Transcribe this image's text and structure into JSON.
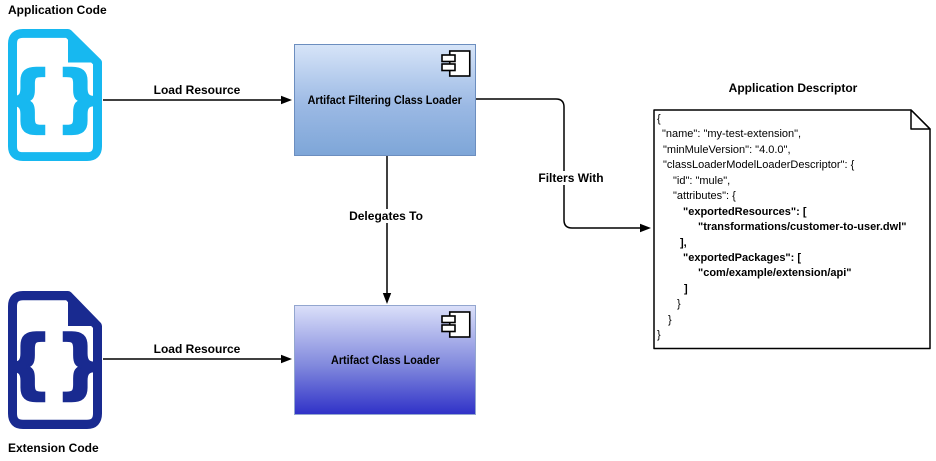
{
  "labels": {
    "application_code": "Application Code",
    "extension_code": "Extension Code"
  },
  "edges": {
    "load_resource_top": "Load Resource",
    "load_resource_bottom": "Load Resource",
    "delegates_to": "Delegates To",
    "filters_with": "Filters With"
  },
  "nodes": {
    "artifact_filtering_class_loader": "Artifact Filtering Class Loader",
    "artifact_class_loader": "Artifact Class Loader"
  },
  "descriptor": {
    "title": "Application Descriptor",
    "lines": [
      "{",
      "\"name\": \"my-test-extension\",",
      "\"minMuleVersion\": \"4.0.0\",",
      "\"classLoaderModelLoaderDescriptor\": {",
      "\"id\": \"mule\",",
      "\"attributes\": {",
      "\"exportedResources\": [",
      "\"transformations/customer-to-user.dwl\"",
      "],",
      "\"exportedPackages\": [",
      "\"com/example/extension/api\"",
      "]",
      "}",
      "}",
      "}"
    ]
  },
  "icons": {
    "application_code_icon": "code-file-icon",
    "extension_code_icon": "code-file-icon",
    "component_icon": "uml-component-icon",
    "descriptor_icon": "note-document-icon",
    "braces_glyph": "{}"
  },
  "colors": {
    "application_code_cyan": "#17B8F0",
    "extension_code_navy": "#192A90",
    "filtering_box_top": "#D6E4F8",
    "filtering_box_bottom": "#7EA6D8",
    "filtering_box_border": "#6C8EBF",
    "artifact_box_top": "#DADFF9",
    "artifact_box_bottom": "#3032C8",
    "artifact_box_border": "#93A6CF",
    "connector": "#000000"
  }
}
